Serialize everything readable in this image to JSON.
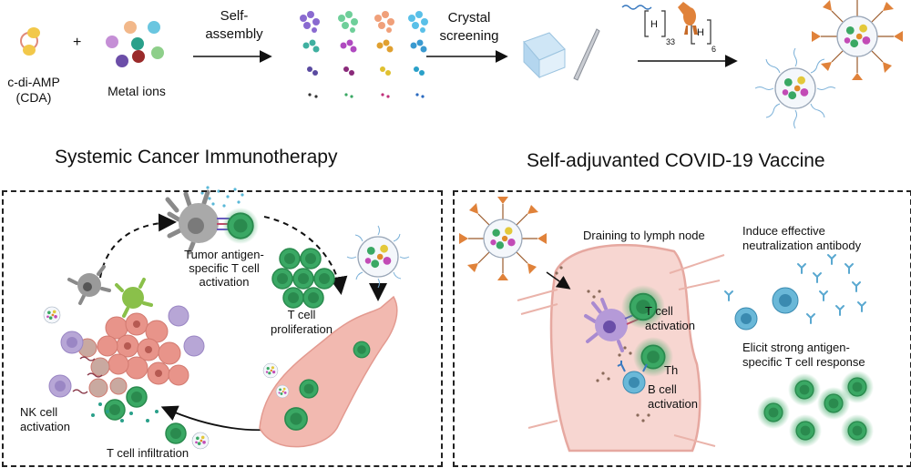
{
  "top_row": {
    "cda_label": "c-di-AMP\n(CDA)",
    "plus_sign": "+",
    "metal_ions_label": "Metal ions",
    "self_assembly_label": "Self-\nassembly",
    "crystal_screening_label": "Crystal\nscreening",
    "subscript_33": "33",
    "subscript_6": "6",
    "peg_H1": "H",
    "peg_H2": "H"
  },
  "left_panel": {
    "title": "Systemic Cancer  Immunotherapy",
    "tumor_activation_label": "Tumor antigen-\nspecific T cell\nactivation",
    "proliferation_label": "T cell\nproliferation",
    "nk_label": "NK cell\nactivation",
    "infiltration_label": "T cell infiltration"
  },
  "right_panel": {
    "title": "Self-adjuvanted COVID-19 Vaccine",
    "draining_label": "Draining to lymph node",
    "neutralization_label": "Induce effective\nneutralization antibody",
    "t_activation_label": "T cell\nactivation",
    "th_label": "Th",
    "b_activation_label": "B cell\nactivation",
    "t_response_label": "Elicit strong antigen-\nspecific T cell response"
  },
  "colors": {
    "t_cell_green": "#3aa864",
    "dendritic_grey": "#8a8a8a",
    "tumor_pink": "#e8948a",
    "vessel_pink": "#f2b9b0",
    "lymph_node_pink": "#f7d6d1",
    "b_cell_blue": "#6ab8d8",
    "spike_orange": "#e0823a"
  }
}
